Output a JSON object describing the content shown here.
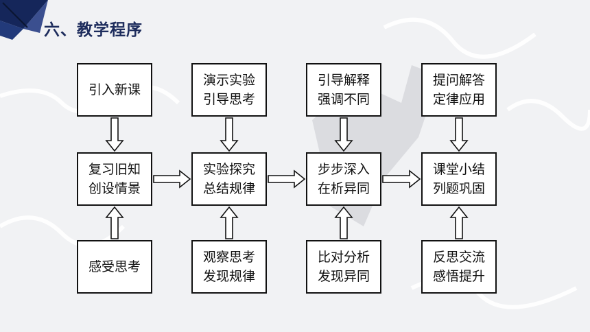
{
  "page": {
    "title": "六、教学程序"
  },
  "diagram": {
    "columns": [
      {
        "top": [
          "引入新课"
        ],
        "middle": [
          "复习旧知",
          "创设情景"
        ],
        "bottom": [
          "感受思考"
        ]
      },
      {
        "top": [
          "演示实验",
          "引导思考"
        ],
        "middle": [
          "实验探究",
          "总结规律"
        ],
        "bottom": [
          "观察思考",
          "发现规律"
        ]
      },
      {
        "top": [
          "引导解释",
          "强调不同"
        ],
        "middle": [
          "步步深入",
          "在析异同"
        ],
        "bottom": [
          "比对分析",
          "发现异同"
        ]
      },
      {
        "top": [
          "提问解答",
          "定律应用"
        ],
        "middle": [
          "课堂小结",
          "列题巩固"
        ],
        "bottom": [
          "反思交流",
          "感悟提升"
        ]
      }
    ]
  }
}
